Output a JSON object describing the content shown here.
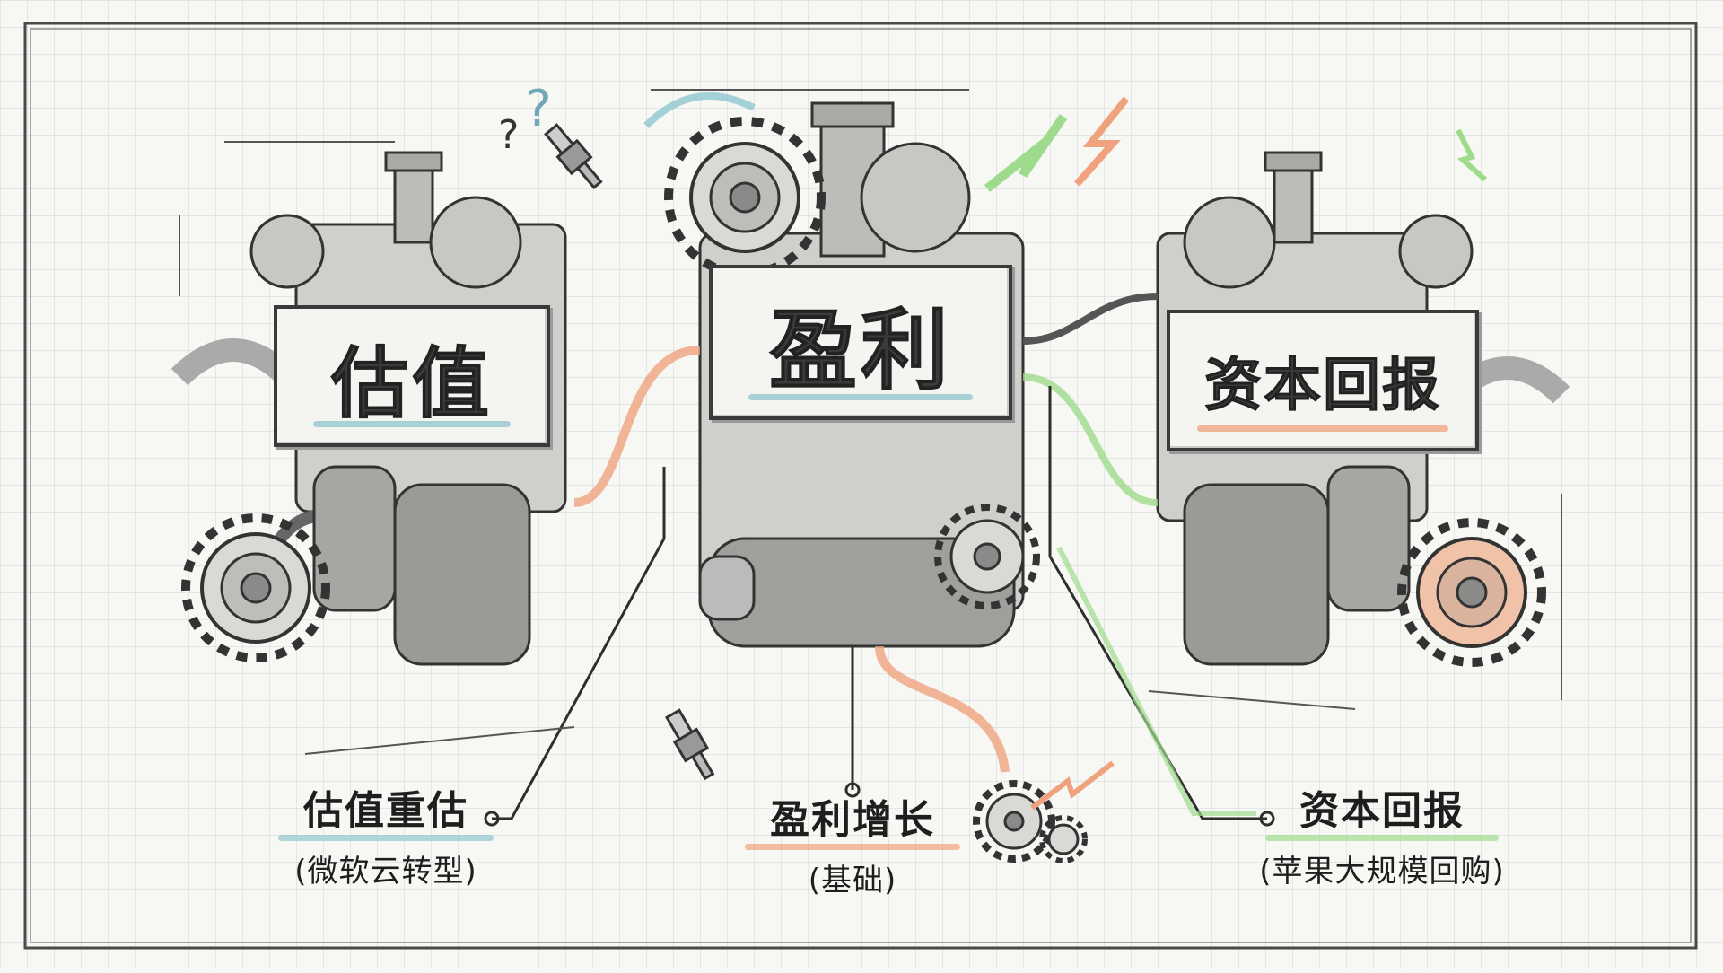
{
  "engines": [
    {
      "id": "valuation",
      "plate_label": "估值",
      "accent": "#8fc6cf",
      "caption_title": "估值重估",
      "caption_sub": "(微软云转型)"
    },
    {
      "id": "earnings",
      "plate_label": "盈利",
      "accent": "#f0a27e",
      "caption_title": "盈利增长",
      "caption_sub": "(基础)"
    },
    {
      "id": "capital-return",
      "plate_label": "资本回报",
      "accent": "#9edb8c",
      "caption_title": "资本回报",
      "caption_sub": "(苹果大规模回购)"
    }
  ],
  "colors": {
    "paper": "#f7f7f4",
    "grid": "#d7dbdd",
    "ink": "#2e2e2e",
    "teal": "#8fc6cf",
    "orange": "#f0a27e",
    "green": "#9edb8c"
  },
  "icons": [
    "question-mark-icon",
    "spark-plug-icon",
    "lightning-arrow-icon",
    "gear-icon"
  ]
}
